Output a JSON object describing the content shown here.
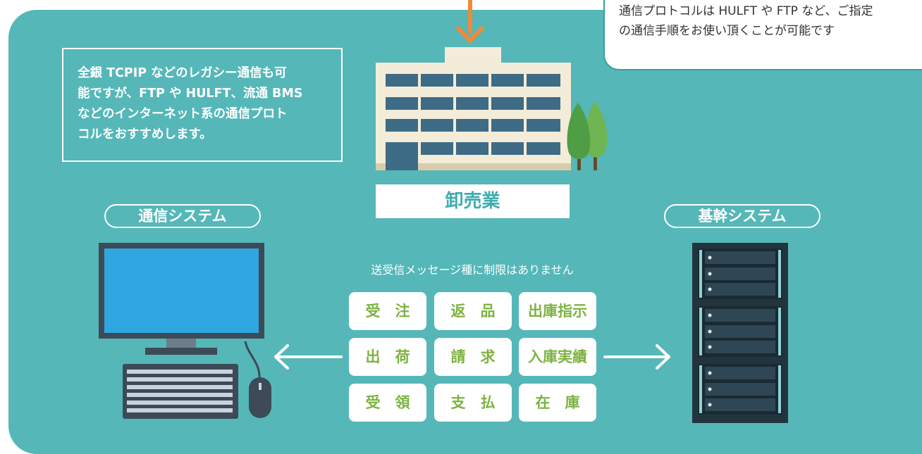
{
  "callout": {
    "line1": "通信プロトコルは HULFT や FTP など、ご指定",
    "line2": "の通信手順をお使い頂くことが可能です"
  },
  "note": {
    "lines": [
      "全銀 TCPIP などのレガシー通信も可",
      "能ですが、FTP や HULFT、流通 BMS",
      "などのインターネット系の通信プロト",
      "コルをおすすめします。"
    ]
  },
  "wholesale_label": "卸売業",
  "comm_system_label": "通信システム",
  "core_system_label": "基幹システム",
  "message_limit_text": "送受信メッセージ種に制限はありません",
  "message_types": [
    [
      "受　注",
      "返　品",
      "出庫指示"
    ],
    [
      "出　荷",
      "請　求",
      "入庫実績"
    ],
    [
      "受　領",
      "支　払",
      "在　庫"
    ]
  ],
  "colors": {
    "panel": "#55b7b8",
    "accent_teal": "#3fadb0",
    "green_text": "#7db341",
    "arrow_orange": "#ee8a3a",
    "server_dark": "#22353f",
    "monitor_screen": "#2fa6e0"
  }
}
